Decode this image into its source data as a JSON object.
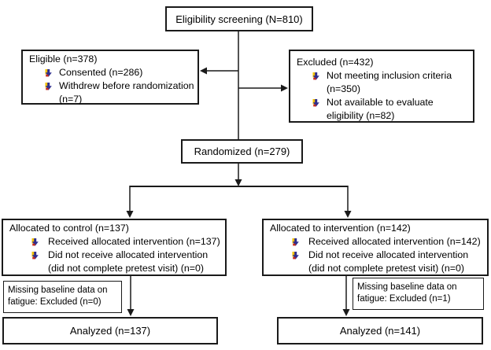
{
  "diagram": {
    "boxes": {
      "screening": {
        "label": "Eligibility screening (N=810)"
      },
      "eligible": {
        "title": "Eligible (n=378)",
        "items": [
          "Consented (n=286)",
          "Withdrew before randomization (n=7)"
        ]
      },
      "excluded": {
        "title": "Excluded (n=432)",
        "items": [
          "Not meeting inclusion criteria (n=350)",
          "Not available to evaluate eligibility (n=82)"
        ]
      },
      "randomized": {
        "label": "Randomized (n=279)"
      },
      "allocated_control": {
        "title": "Allocated to control (n=137)",
        "items": [
          "Received allocated intervention (n=137)",
          "Did not receive allocated intervention (did not complete pretest visit) (n=0)"
        ]
      },
      "allocated_intervention": {
        "title": "Allocated to intervention (n=142)",
        "items": [
          "Received allocated intervention (n=142)",
          "Did not receive allocated intervention (did not complete pretest visit) (n=0)"
        ]
      },
      "missing_control": {
        "label": "Missing baseline data on fatigue: Excluded (n=0)"
      },
      "missing_intervention": {
        "label": "Missing baseline data on fatigue: Excluded (n=1)"
      },
      "analyzed_control": {
        "label": "Analyzed (n=137)"
      },
      "analyzed_intervention": {
        "label": "Analyzed (n=141)"
      }
    },
    "style": {
      "background": "#ffffff",
      "border_color": "#1a1a1a",
      "text_color": "#000000",
      "bullet_icon_colors": {
        "yellow": "#f2c100",
        "navy": "#2e2e8f",
        "red": "#c62a1e"
      }
    }
  }
}
